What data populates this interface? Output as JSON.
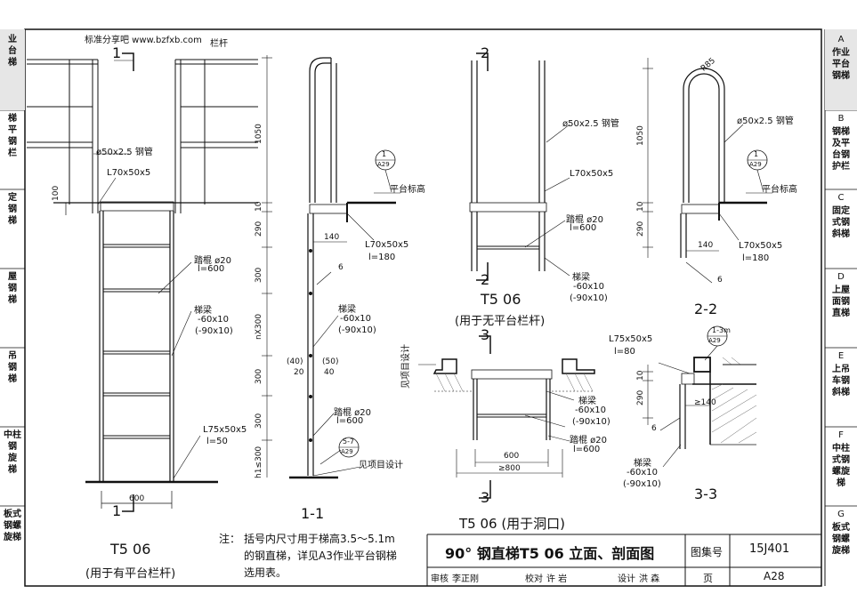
{
  "watermark": "标准分享吧 www.bzfxb.com",
  "right_tabs": [
    {
      "letter": "A",
      "lines": [
        "作业",
        "平台",
        "钢梯"
      ]
    },
    {
      "letter": "B",
      "lines": [
        "钢梯",
        "及平",
        "台钢",
        "护栏"
      ]
    },
    {
      "letter": "C",
      "lines": [
        "固定",
        "式钢",
        "斜梯"
      ]
    },
    {
      "letter": "D",
      "lines": [
        "上屋",
        "面钢",
        "直梯"
      ]
    },
    {
      "letter": "E",
      "lines": [
        "上吊",
        "车钢",
        "斜梯"
      ]
    },
    {
      "letter": "F",
      "lines": [
        "中柱",
        "式钢",
        "螺旋",
        "梯"
      ]
    },
    {
      "letter": "G",
      "lines": [
        "板式",
        "钢螺",
        "旋梯"
      ]
    }
  ],
  "left_tabs": [
    {
      "lines": [
        "业",
        "台",
        "梯"
      ]
    },
    {
      "lines": [
        "梯",
        "平",
        "钢",
        "栏"
      ]
    },
    {
      "lines": [
        "定",
        "钢",
        "梯"
      ]
    },
    {
      "lines": [
        "屋",
        "钢",
        "梯"
      ]
    },
    {
      "lines": [
        "吊",
        "钢",
        "梯"
      ]
    },
    {
      "lines": [
        "中柱",
        "钢",
        "旋",
        "梯"
      ]
    },
    {
      "lines": [
        "板式",
        "钢螺",
        "旋梯"
      ]
    }
  ],
  "view1": {
    "section_mark_top": "1",
    "section_mark_bottom": "1",
    "rail_label": "栏杆",
    "pipe_label": "ø50x2.5 钢管",
    "angle_label": "L70x50x5",
    "dim_100": "100",
    "rung_label": "踏棍 ø20",
    "rung_len": "l=600",
    "beam_label": "梯梁",
    "beam_size1": "-60x10",
    "beam_size2": "(-90x10)",
    "angle2_label": "L75x50x5",
    "angle2_len": "l=50",
    "width_dim": "600",
    "caption": "T5  06",
    "caption_sub": "(用于有平台栏杆)"
  },
  "view2": {
    "dims": [
      "1050",
      "10",
      "290",
      "300",
      "nX300",
      "300",
      "300",
      "h1≤300"
    ],
    "platform_label": "平台标高",
    "circle_top": "1",
    "circle_bottom": "A29",
    "dim_140": "140",
    "angle_label": "L70x50x5",
    "angle_len": "l=180",
    "weld": "6",
    "beam_label": "梯梁",
    "beam_size1": "-60x10",
    "beam_size2": "(-90x10)",
    "offsets_a": "(40)",
    "offsets_b": "(50)",
    "offsets_c": "20",
    "offsets_d": "40",
    "rung_label": "踏棍 ø20",
    "rung_len": "l=600",
    "circle2_top": "5-7",
    "circle2_bottom": "A29",
    "project_label": "见项目设计",
    "caption": "1-1"
  },
  "view3": {
    "section_mark_top": "2",
    "section_mark_bottom": "2",
    "pipe_label": "ø50x2.5 钢管",
    "angle_label": "L70x50x5",
    "rung_label": "踏棍 ø20",
    "rung_len": "l=600",
    "beam_label": "梯梁",
    "beam_size1": "-60x10",
    "beam_size2": "(-90x10)",
    "caption": "T5  06",
    "caption_sub": "(用于无平台栏杆)"
  },
  "view4": {
    "radius": "R85",
    "pipe_label": "ø50x2.5 钢管",
    "dims": [
      "1050",
      "10",
      "290"
    ],
    "platform_label": "平台标高",
    "circle_top": "1",
    "circle_bottom": "A29",
    "dim_140": "140",
    "angle_label": "L70x50x5",
    "angle_len": "l=180",
    "weld": "6",
    "caption": "2-2"
  },
  "view5": {
    "section_mark_top": "3",
    "section_mark_bottom": "3",
    "project_label": "见项目设计",
    "beam_label": "梯梁",
    "beam_size1": "-60x10",
    "beam_size2": "(-90x10)",
    "rung_label": "踏棍 ø20",
    "rung_len": "l=600",
    "width_dim": "600",
    "width_dim2": "≥800",
    "caption": "T5  06 (用于洞口)"
  },
  "view6": {
    "angle_label": "L75x50x5",
    "angle_len": "l=80",
    "circle_top": "1-3m",
    "circle_bottom": "A29",
    "dims": [
      "10",
      "290"
    ],
    "dim_140": "≥140",
    "weld": "6",
    "beam_label": "梯梁",
    "beam_size1": "-60x10",
    "beam_size2": "(-90x10)",
    "caption": "3-3"
  },
  "note": {
    "prefix": "注：",
    "line1": "括号内尺寸用于梯高3.5～5.1m",
    "line2": "的钢直梯，详见A3作业平台钢梯",
    "line3": "选用表。"
  },
  "title_block": {
    "title": "90° 钢直梯T5 06 立面、剖面图",
    "atlas_label": "图集号",
    "atlas_no": "15J401",
    "page_label": "页",
    "page_no": "A28",
    "review_label": "审核",
    "review_name": "李正刚",
    "check_label": "校对",
    "check_name": "许  岩",
    "design_label": "设计",
    "design_name": "洪  森"
  }
}
